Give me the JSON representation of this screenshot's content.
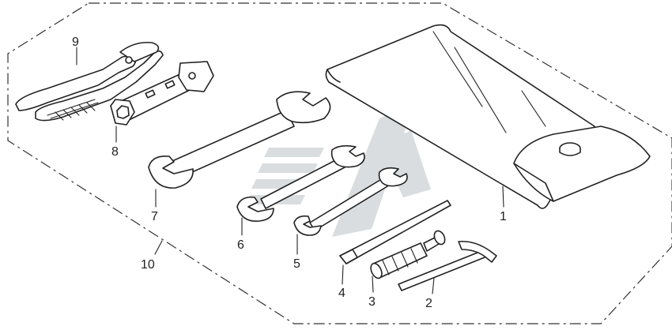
{
  "callouts": [
    {
      "id": "1",
      "text": "1"
    },
    {
      "id": "2",
      "text": "2"
    },
    {
      "id": "3",
      "text": "3"
    },
    {
      "id": "4",
      "text": "4"
    },
    {
      "id": "5",
      "text": "5"
    },
    {
      "id": "6",
      "text": "6"
    },
    {
      "id": "7",
      "text": "7"
    },
    {
      "id": "8",
      "text": "8"
    },
    {
      "id": "9",
      "text": "9"
    },
    {
      "id": "10",
      "text": "10"
    }
  ],
  "colors": {
    "line": "#222222",
    "watermark": "#d9dde0",
    "background": "#ffffff"
  }
}
